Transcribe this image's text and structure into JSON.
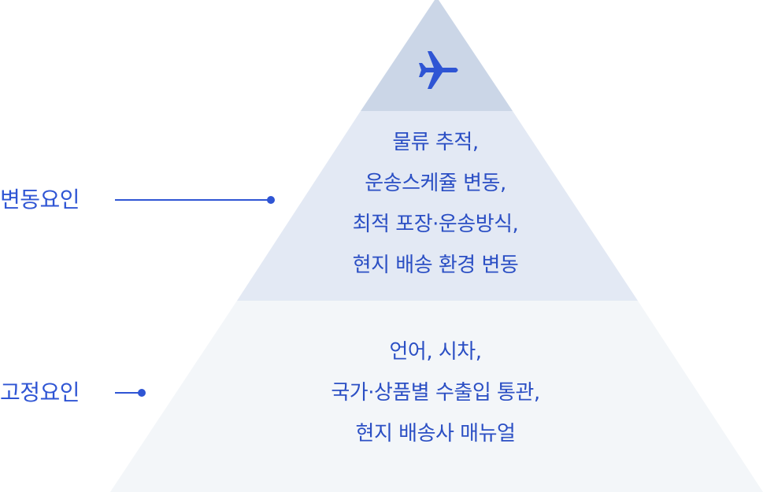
{
  "colors": {
    "top_tier": "#cbd6e7",
    "middle_tier": "#e3e9f4",
    "bottom_tier": "#f3f6f9",
    "accent": "#2f55d4",
    "tier_text": "#2b4fc4"
  },
  "top_tier": {
    "icon": "airplane-icon"
  },
  "middle_tier": {
    "side_label": "변동요인",
    "lines": [
      "물류 추적,",
      "운송스케쥴 변동,",
      "최적 포장·운송방식,",
      "현지 배송 환경 변동"
    ]
  },
  "bottom_tier": {
    "side_label": "고정요인",
    "lines": [
      "언어, 시차,",
      "국가·상품별 수출입 통관,",
      "현지 배송사 매뉴얼"
    ]
  }
}
